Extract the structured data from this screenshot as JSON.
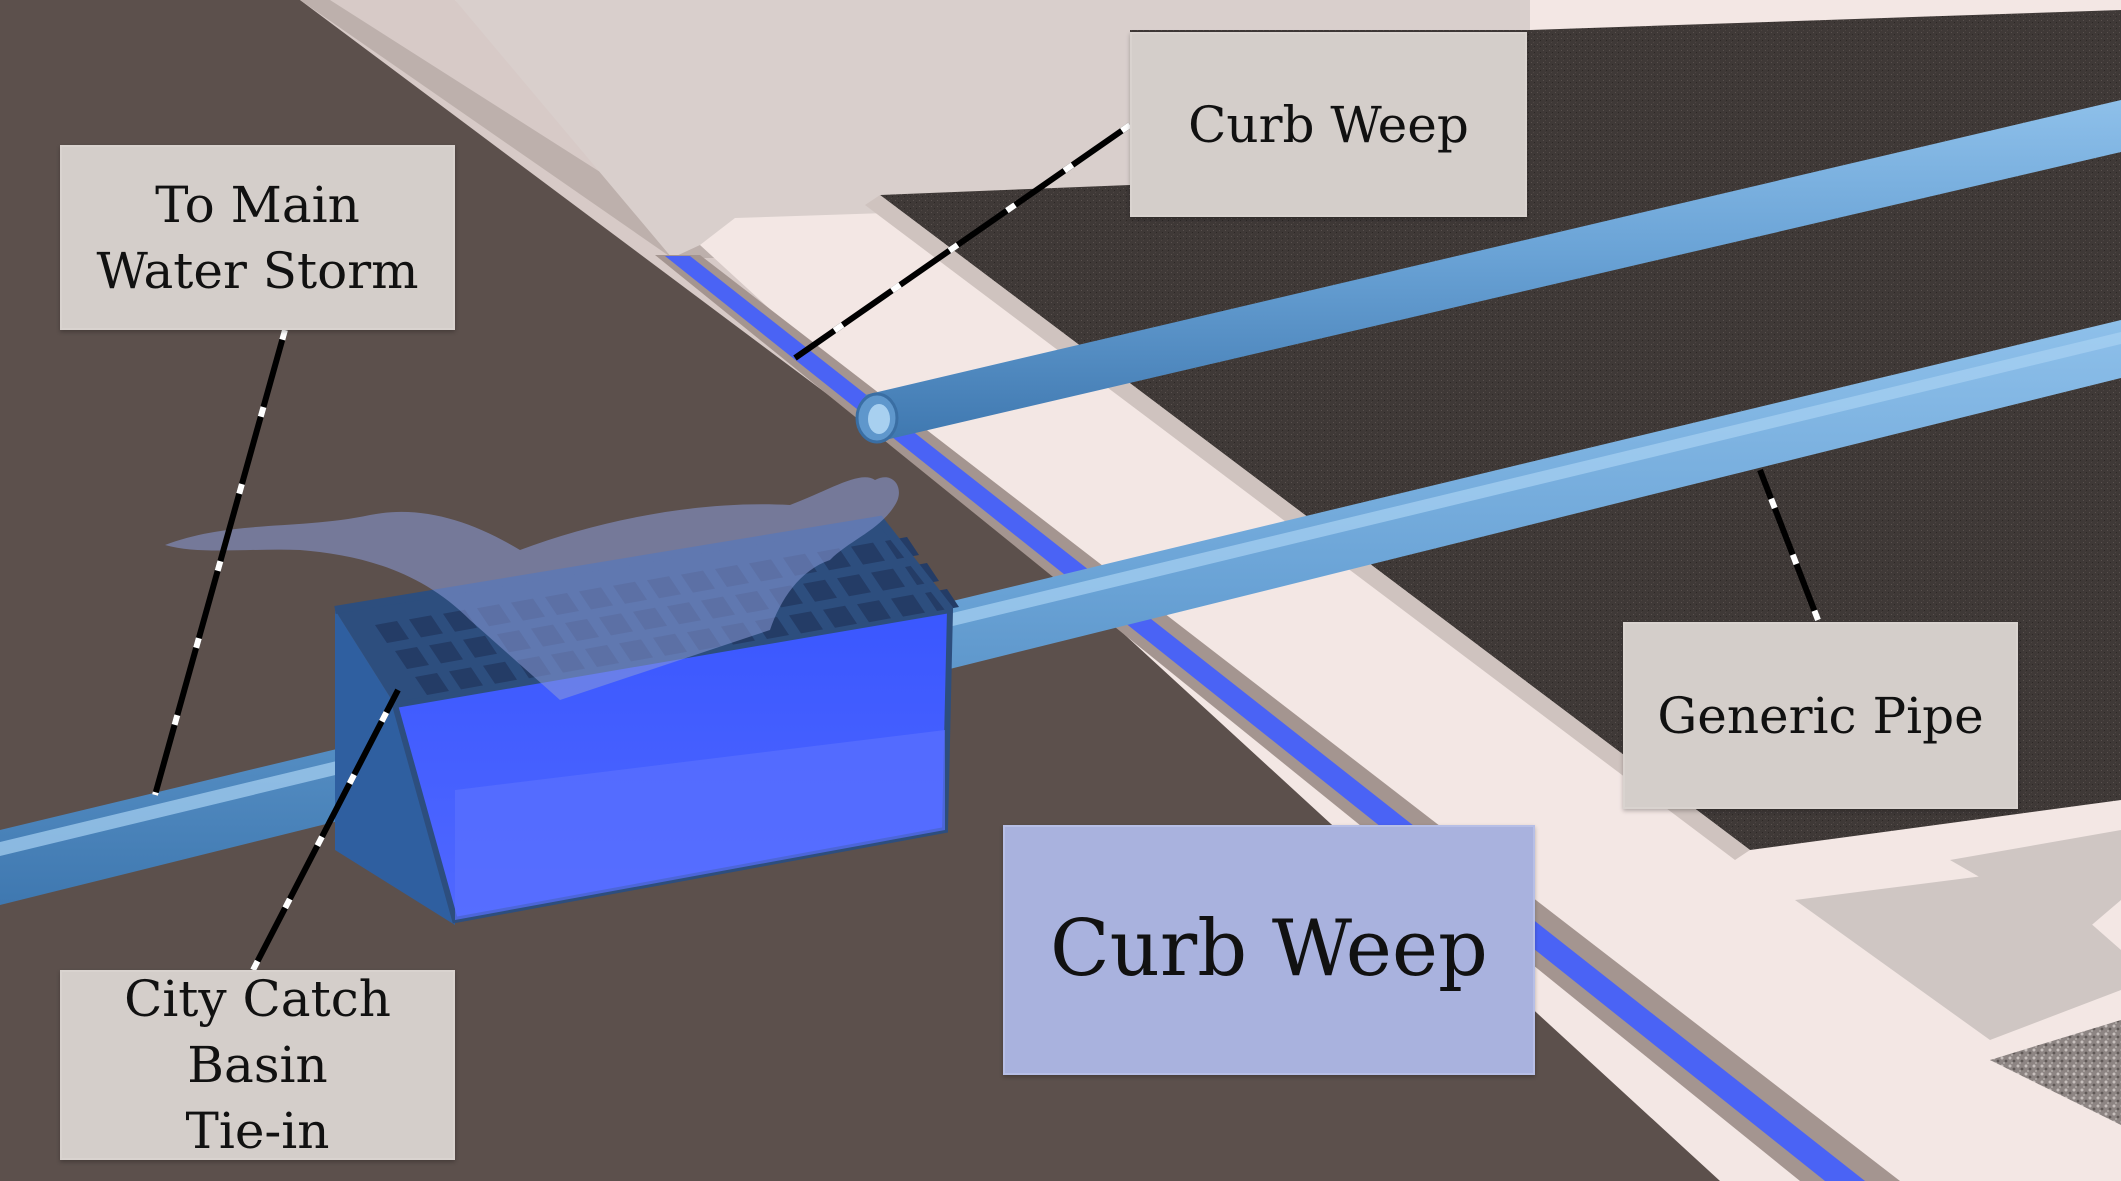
{
  "labels": {
    "to_main_water_storm": "To Main\nWater Storm",
    "curb_weep_top": "Curb Weep",
    "generic_pipe": "Generic Pipe",
    "city_catch_basin": "City Catch Basin\nTie-in",
    "curb_weep_main": "Curb Weep"
  },
  "colors": {
    "street": "#5c504c",
    "curb": "#bcaaa5",
    "sidewalk": "#f3e7e4",
    "soil": "#3d3735",
    "gutter_water": "#4a63f5",
    "pipe": "#6aa3d6",
    "catch_basin_water": "#2f4df7",
    "label_grey": "#d4ceca",
    "label_blue": "#a9b2de"
  }
}
